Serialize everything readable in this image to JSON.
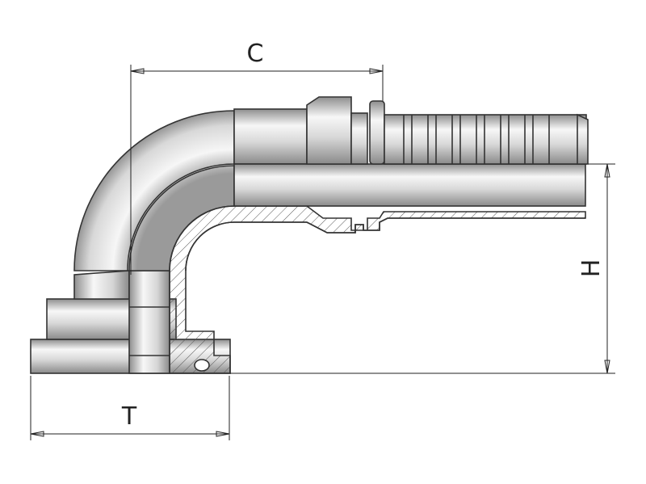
{
  "dimensions": {
    "c_label": "C",
    "h_label": "H",
    "t_label": "T"
  },
  "colors": {
    "metal_light": "#f4f4f4",
    "metal_dark": "#9a9a9a",
    "line": "#222222"
  }
}
